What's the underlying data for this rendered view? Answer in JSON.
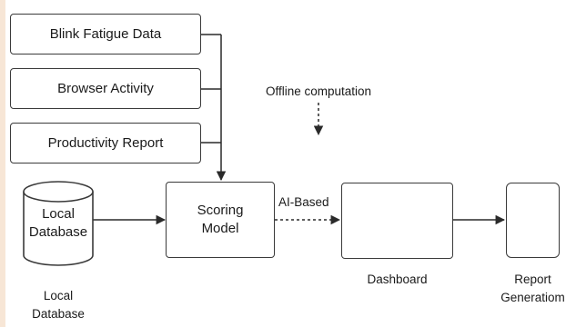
{
  "inputs": {
    "blink": "Blink Fatigue Data",
    "browser": "Browser Activity",
    "productivity": "Productivity Report"
  },
  "database": {
    "inner_line1": "Local",
    "inner_line2": "Database",
    "caption_line1": "Local",
    "caption_line2": "Database"
  },
  "scoring": {
    "line1": "Scoring",
    "line2": "Model"
  },
  "offline_label": "Offline computation",
  "ai_label": "AI-Based",
  "dashboard_caption": "Dashboard",
  "report_caption_line1": "Report",
  "report_caption_line2": "Generatiom",
  "colors": {
    "stroke": "#3a3a3a",
    "icon": "#505050",
    "background": "#ffffff",
    "left_strip": "#f7e6d6"
  }
}
